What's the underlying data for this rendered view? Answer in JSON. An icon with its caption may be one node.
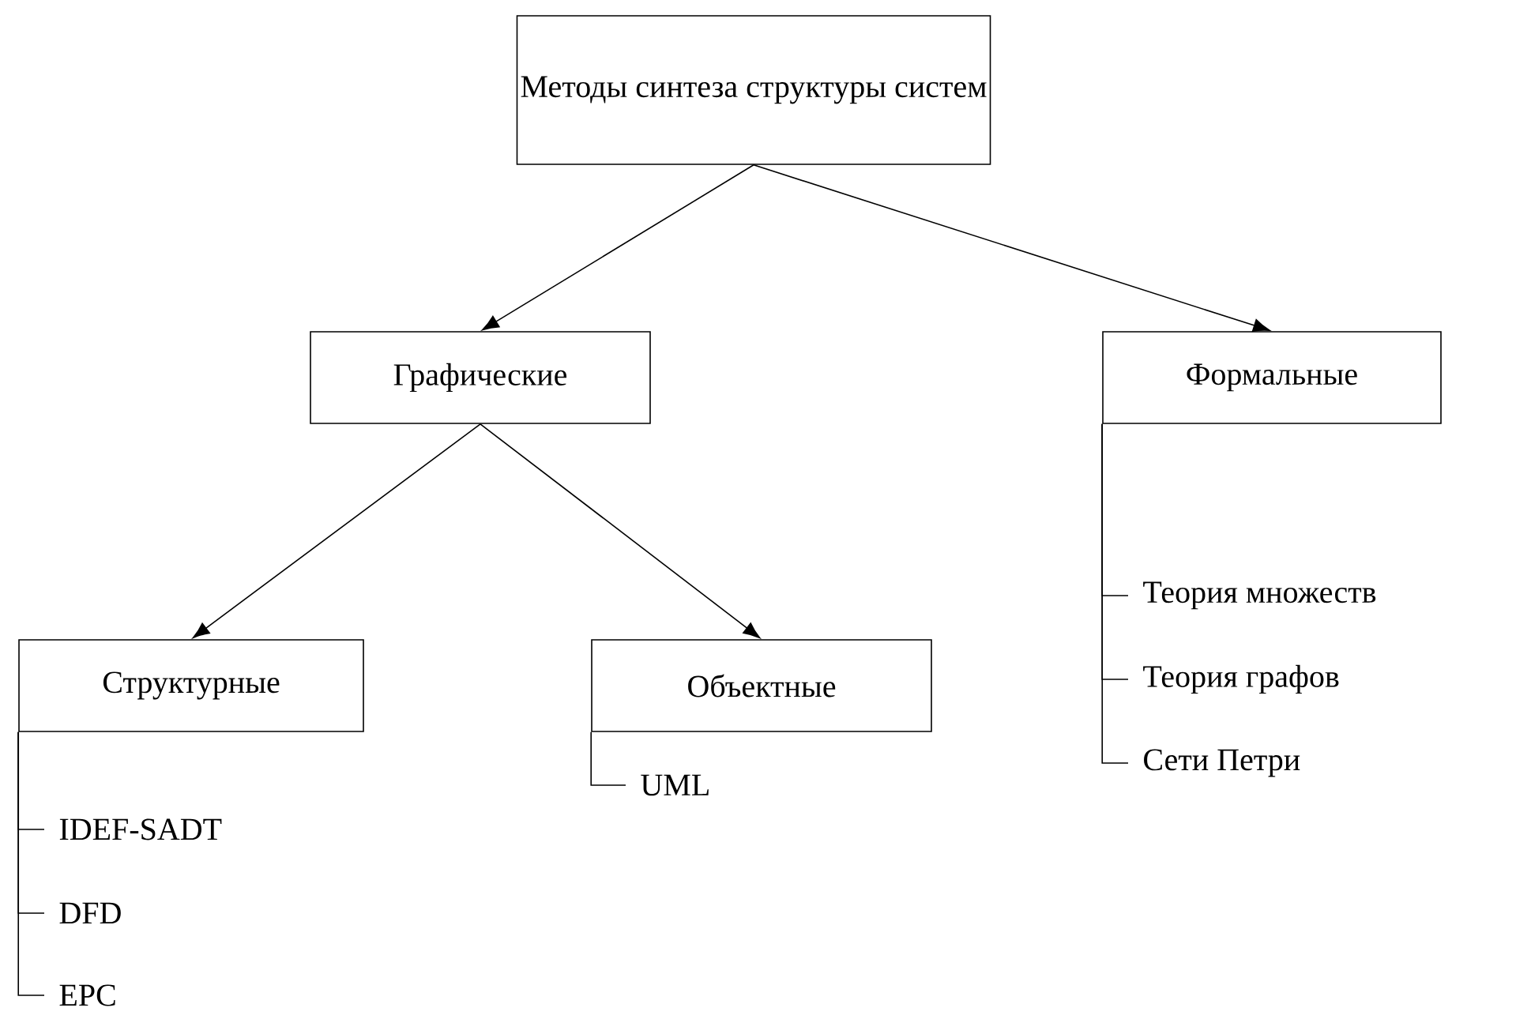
{
  "diagram": {
    "nodes": [
      {
        "text": [
          "Методы синтеза структуры систем"
        ]
      },
      {
        "text": [
          "Графические"
        ]
      },
      {
        "text": [
          "Формальные"
        ]
      },
      {
        "text": [
          "Структурные"
        ]
      },
      {
        "text": [
          "Объектные"
        ]
      },
      {
        "text": [
          "IDEF-SADT"
        ]
      },
      {
        "text": [
          "DFD"
        ]
      },
      {
        "text": [
          "EPC"
        ]
      },
      {
        "text": [
          "UML"
        ]
      },
      {
        "text": [
          "Теория множеств"
        ]
      },
      {
        "text": [
          "Теория графов"
        ]
      },
      {
        "text": [
          "Сети Петри"
        ]
      }
    ],
    "edges": [
      {
        "from": 0,
        "to": 1,
        "arrow": "to"
      },
      {
        "from": 0,
        "to": 2,
        "arrow": "to"
      },
      {
        "from": 1,
        "to": 3,
        "arrow": "to"
      },
      {
        "from": 1,
        "to": 4,
        "arrow": "to"
      },
      {
        "from": 3,
        "to": 5,
        "arrow": "none"
      },
      {
        "from": 3,
        "to": 6,
        "arrow": "none"
      },
      {
        "from": 3,
        "to": 7,
        "arrow": "none"
      },
      {
        "from": 4,
        "to": 8,
        "arrow": "none"
      },
      {
        "from": 2,
        "to": 9,
        "arrow": "none"
      },
      {
        "from": 2,
        "to": 10,
        "arrow": "none"
      },
      {
        "from": 2,
        "to": 11,
        "arrow": "none"
      }
    ]
  }
}
